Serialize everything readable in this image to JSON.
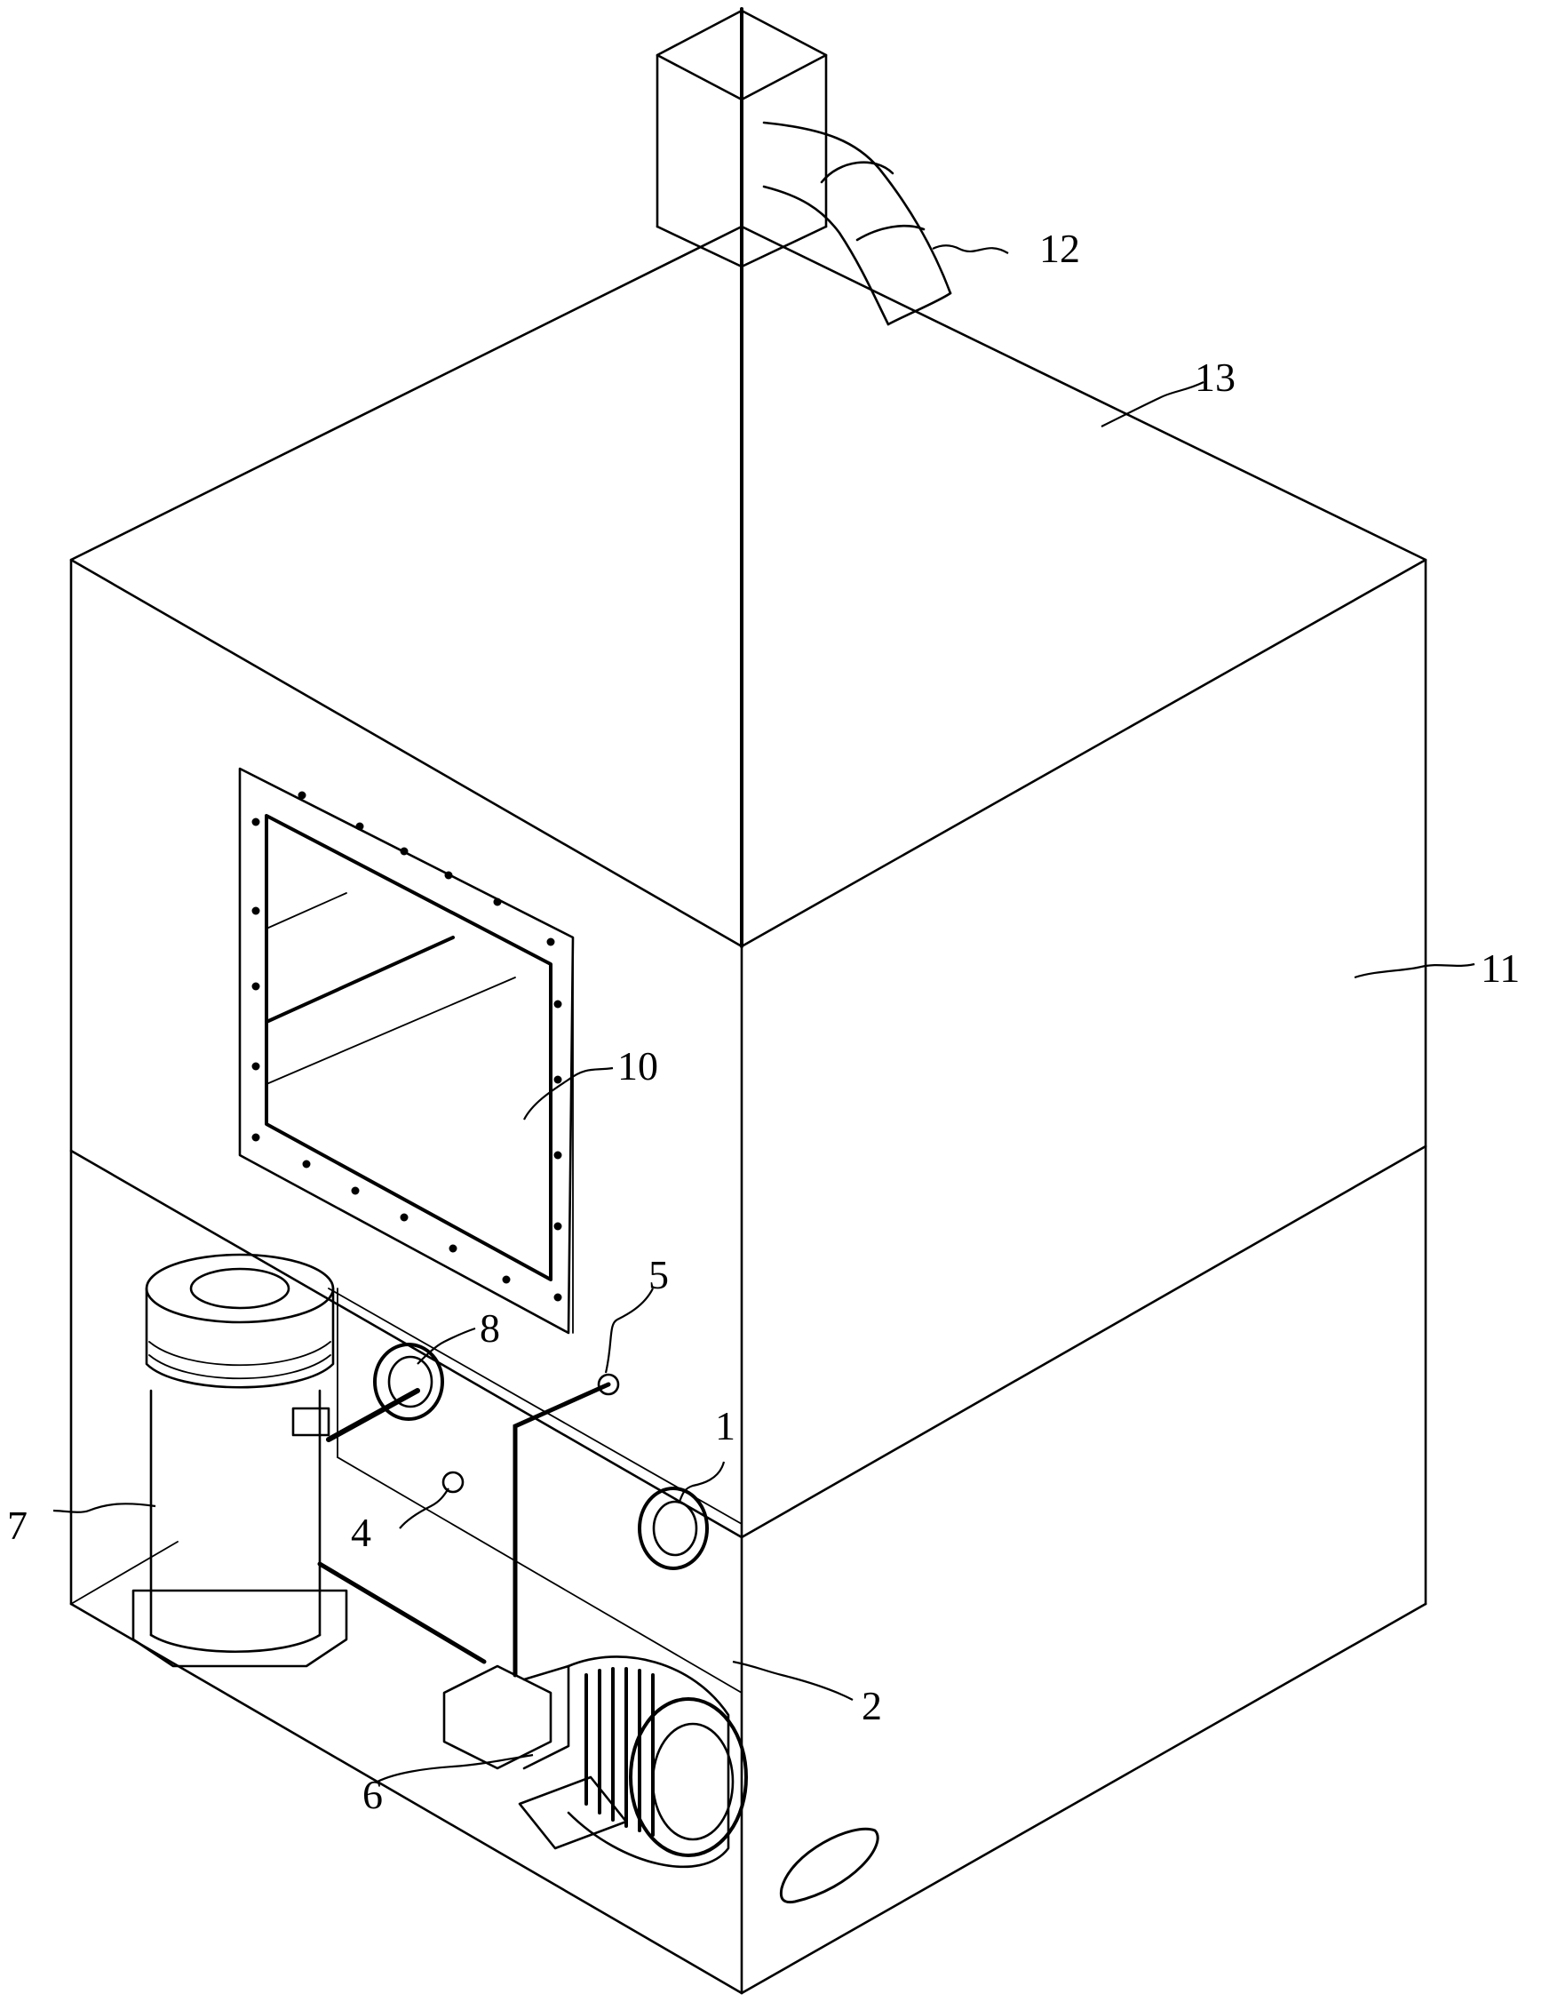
{
  "labels": {
    "l1": "1",
    "l2": "2",
    "l4": "4",
    "l5": "5",
    "l6": "6",
    "l7": "7",
    "l8": "8",
    "l10": "10",
    "l11": "11",
    "l12": "12",
    "l13": "13"
  },
  "colors": {
    "line": "#000000",
    "background": "#ffffff"
  }
}
